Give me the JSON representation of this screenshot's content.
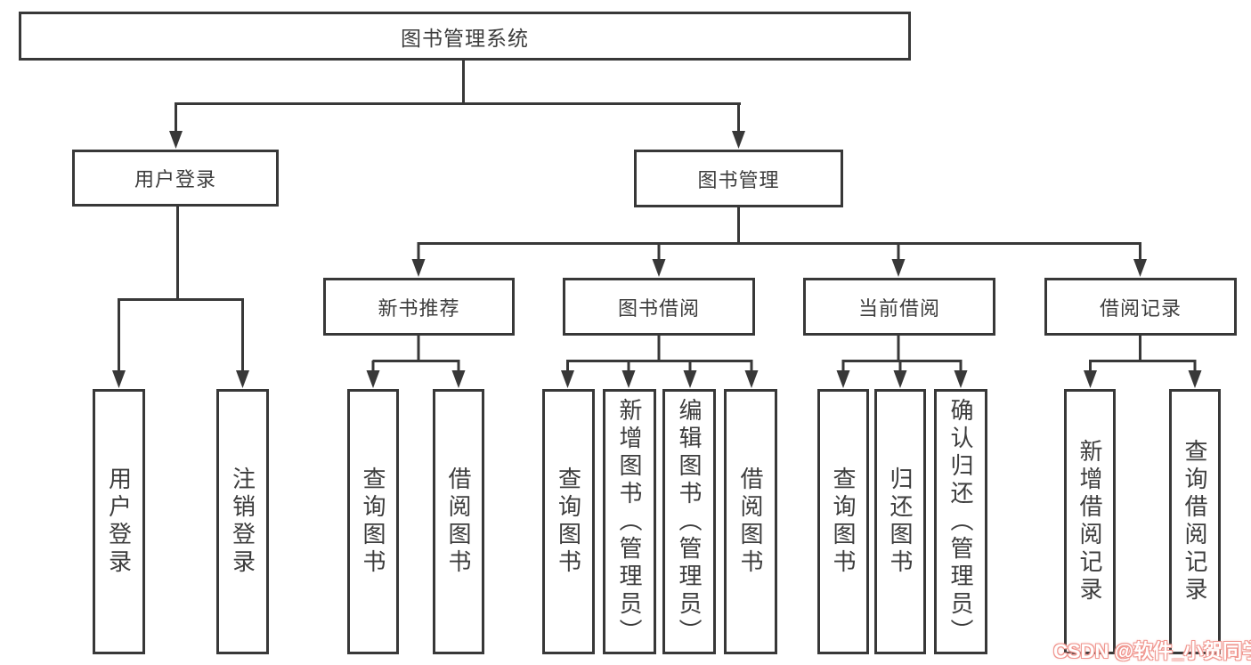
{
  "diagram": {
    "title": "图书管理系统",
    "tree": {
      "root": "图书管理系统",
      "children": [
        {
          "label": "用户登录",
          "children": [
            "用户登录",
            "注销登录"
          ]
        },
        {
          "label": "图书管理",
          "children": [
            {
              "label": "新书推荐",
              "children": [
                "查询图书",
                "借阅图书"
              ]
            },
            {
              "label": "图书借阅",
              "children": [
                "查询图书",
                "新增图书（管理员）",
                "编辑图书（管理员）",
                "借阅图书"
              ]
            },
            {
              "label": "当前借阅",
              "children": [
                "查询图书",
                "归还图书",
                "确认归还（管理员）"
              ]
            },
            {
              "label": "借阅记录",
              "children": [
                "新增借阅记录",
                "查询借阅记录"
              ]
            }
          ]
        }
      ]
    },
    "colors": {
      "line": "#383838",
      "text": "#3d3d3d",
      "background": "#ffffff",
      "watermark_fill": "#ffffff",
      "watermark_glow": "#f0968f"
    },
    "watermark": "CSDN @软件_小贺同学"
  }
}
